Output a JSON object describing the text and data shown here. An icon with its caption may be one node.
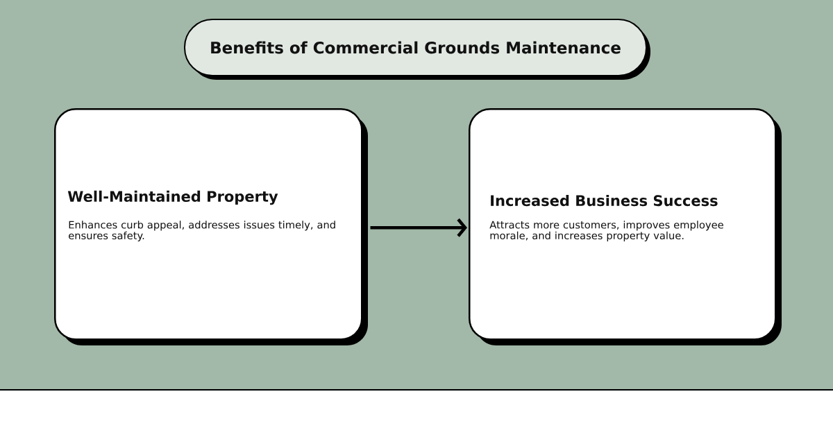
{
  "diagram": {
    "title": "Benefits of Commercial Grounds Maintenance",
    "nodes": [
      {
        "text": [
          "Well-Maintained Property",
          "Enhances curb appeal, addresses issues timely, and ensures safety."
        ]
      },
      {
        "text": [
          "Increased Business Success",
          "Attracts more customers, improves employee morale, and increases property value."
        ]
      }
    ],
    "edges": [
      {
        "from": 0,
        "to": 1,
        "arrow": "to"
      }
    ]
  }
}
